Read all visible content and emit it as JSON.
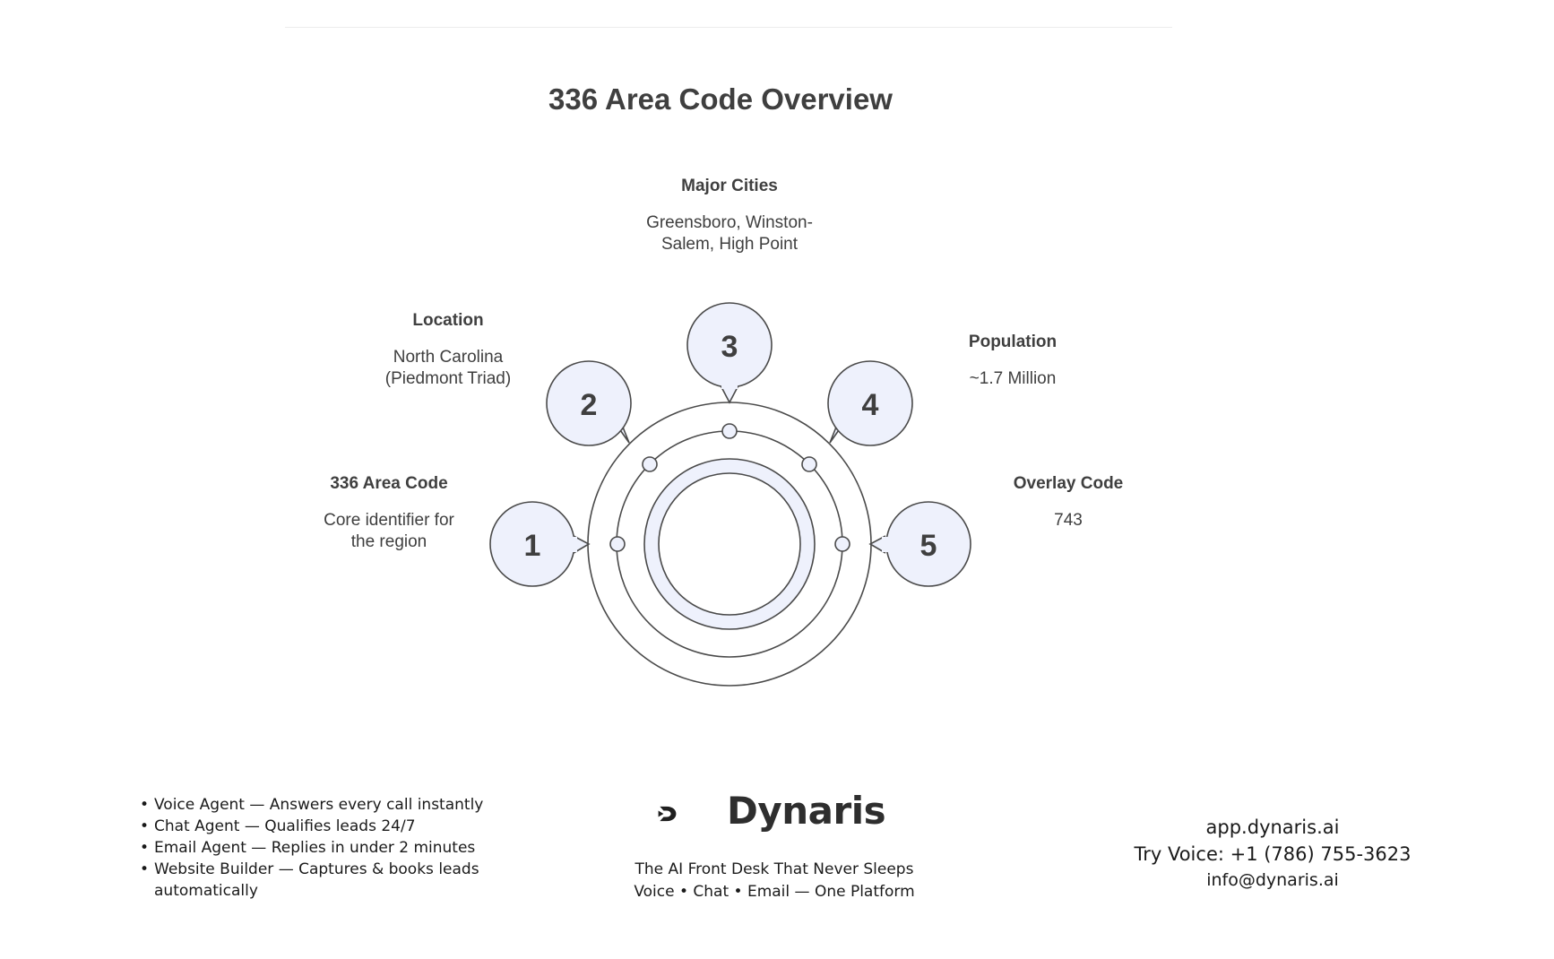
{
  "title": "336 Area Code Overview",
  "diagram": {
    "items": [
      {
        "number": "1",
        "heading": "336 Area Code",
        "body": "Core identifier for the region"
      },
      {
        "number": "2",
        "heading": "Location",
        "body": "North Carolina (Piedmont Triad)"
      },
      {
        "number": "3",
        "heading": "Major Cities",
        "body": "Greensboro, Winston-Salem, High Point"
      },
      {
        "number": "4",
        "heading": "Population",
        "body": "~1.7 Million"
      },
      {
        "number": "5",
        "heading": "Overlay Code",
        "body": "743"
      }
    ],
    "colors": {
      "bubble_fill": "#eef1fc",
      "stroke": "#4a4a4a",
      "text": "#3f3f3f"
    }
  },
  "footer": {
    "features": [
      "Voice Agent — Answers every call instantly",
      "Chat Agent — Qualifies leads 24/7",
      "Email Agent — Replies in under 2 minutes",
      " Website Builder — Captures & books leads automatically"
    ],
    "brand": {
      "logo_icon": "dynaris-logo-icon",
      "name": "Dynaris",
      "tagline": "The AI Front Desk That Never Sleeps",
      "subtagline": "Voice • Chat • Email — One Platform"
    },
    "contact": {
      "url": "app.dynaris.ai",
      "phone": "Try Voice: +1 (786) 755-3623",
      "email": "info@dynaris.ai"
    }
  }
}
